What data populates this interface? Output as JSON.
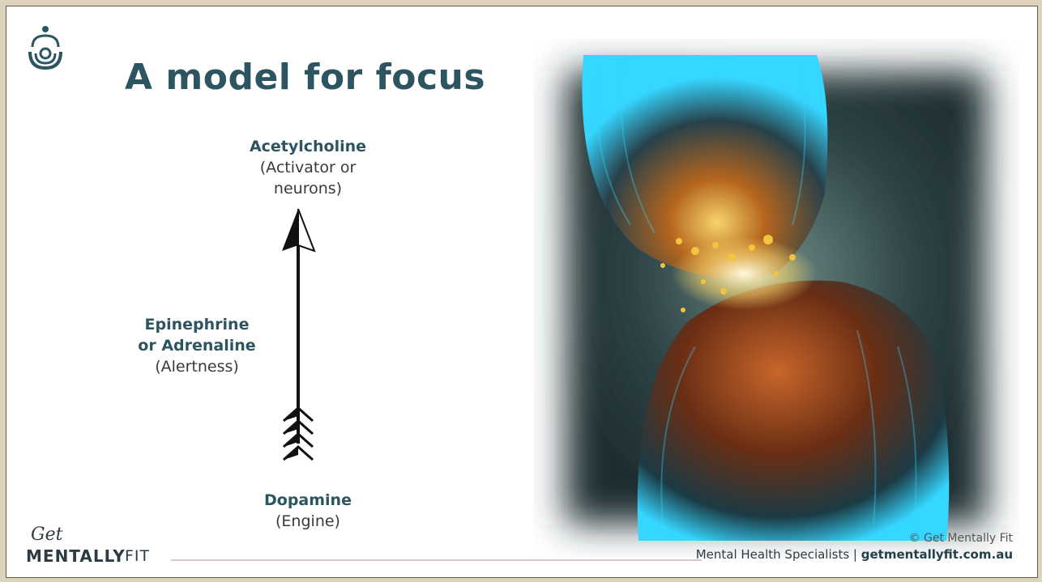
{
  "slide": {
    "title": "A model for focus"
  },
  "diagram": {
    "top": {
      "name": "Acetylcholine",
      "desc_line1": "(Activator or",
      "desc_line2": "neurons)"
    },
    "middle": {
      "name_line1": "Epinephrine",
      "name_line2": "or Adrenaline",
      "desc": "(Alertness)"
    },
    "bottom": {
      "name": "Dopamine",
      "desc": "(Engine)"
    }
  },
  "footer": {
    "logo_get": "Get",
    "logo_mentally": "MENTALLY",
    "logo_fit": "FIT",
    "copyright": "© Get Mentally Fit",
    "tagline_prefix": "Mental Health Specialists |",
    "tagline_site": "getmentallyfit.com.au"
  },
  "colors": {
    "title": "#2d5561",
    "frame": "#ddd3bd",
    "photo_glow": "#35d6ff",
    "photo_core": "#a34a1c"
  }
}
